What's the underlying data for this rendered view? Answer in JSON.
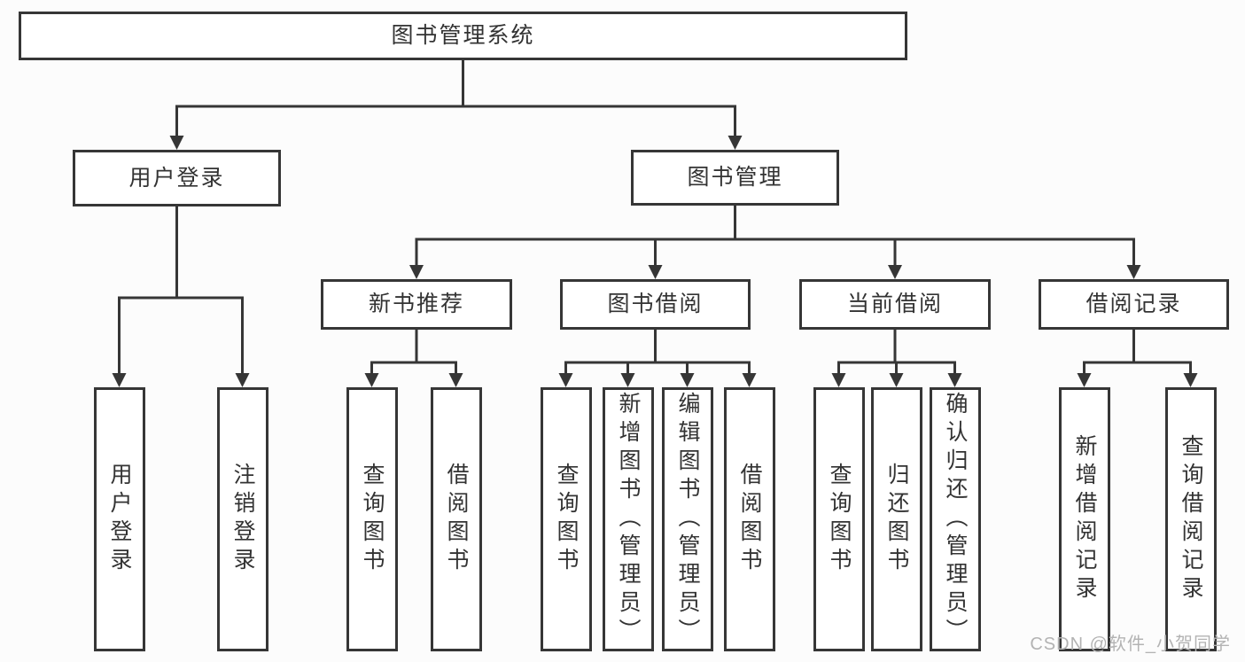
{
  "colors": {
    "line": "#363636",
    "text": "#333333",
    "boxbg": "#ffffff",
    "bg": "#fcfcfc",
    "watermark": "#b3b3b3"
  },
  "tree": {
    "root": {
      "label": "图书管理系统",
      "children": [
        {
          "label": "用户登录",
          "children": [
            {
              "label": "用户登录"
            },
            {
              "label": "注销登录"
            }
          ]
        },
        {
          "label": "图书管理",
          "children": [
            {
              "label": "新书推荐",
              "children": [
                {
                  "label": "查询图书"
                },
                {
                  "label": "借阅图书"
                }
              ]
            },
            {
              "label": "图书借阅",
              "children": [
                {
                  "label": "查询图书"
                },
                {
                  "label": "新增图书（管理员）"
                },
                {
                  "label": "编辑图书（管理员）"
                },
                {
                  "label": "借阅图书"
                }
              ]
            },
            {
              "label": "当前借阅",
              "children": [
                {
                  "label": "查询图书"
                },
                {
                  "label": "归还图书"
                },
                {
                  "label": "确认归还（管理员）"
                }
              ]
            },
            {
              "label": "借阅记录",
              "children": [
                {
                  "label": "新增借阅记录"
                },
                {
                  "label": "查询借阅记录"
                }
              ]
            }
          ]
        }
      ]
    }
  },
  "watermark": "CSDN @软件_小贺同学"
}
